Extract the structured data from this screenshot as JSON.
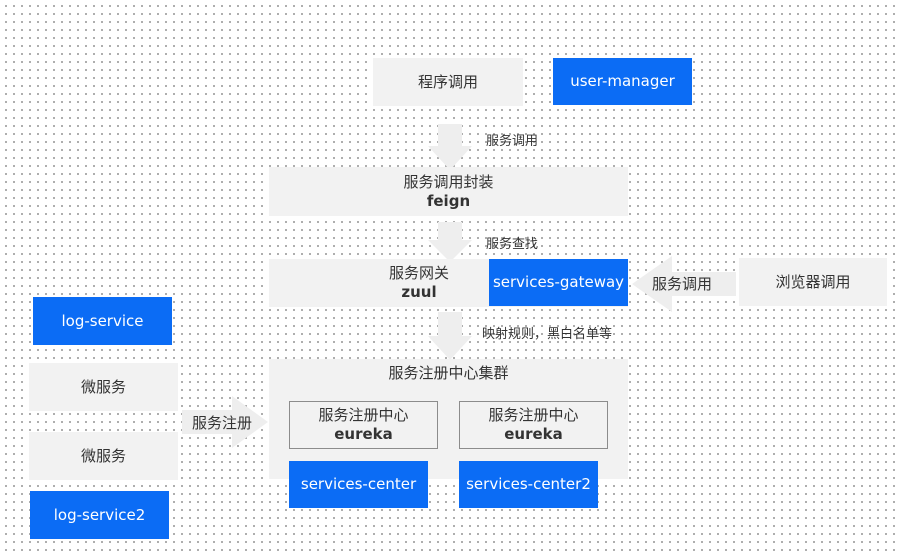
{
  "colors": {
    "blue": "#0b6cf5",
    "grey_box": "#f2f2f2",
    "arrow": "#eeeeee"
  },
  "top": {
    "program_call": "程序调用",
    "user_manager": "user-manager"
  },
  "edges": {
    "service_call": "服务调用",
    "service_lookup": "服务查找",
    "mapping_rules": "映射规则，黑白名单等",
    "browser_service_call": "服务调用",
    "service_register": "服务注册"
  },
  "feign": {
    "title": "服务调用封装",
    "name": "feign"
  },
  "zuul": {
    "title": "服务网关",
    "name": "zuul",
    "gateway": "services-gateway"
  },
  "browser": {
    "label": "浏览器调用"
  },
  "cluster": {
    "title": "服务注册中心集群",
    "center1": {
      "title": "服务注册中心",
      "name": "eureka",
      "service": "services-center"
    },
    "center2": {
      "title": "服务注册中心",
      "name": "eureka",
      "service": "services-center2"
    }
  },
  "left": {
    "log_service": "log-service",
    "micro1": "微服务",
    "micro2": "微服务",
    "log_service2": "log-service2"
  }
}
